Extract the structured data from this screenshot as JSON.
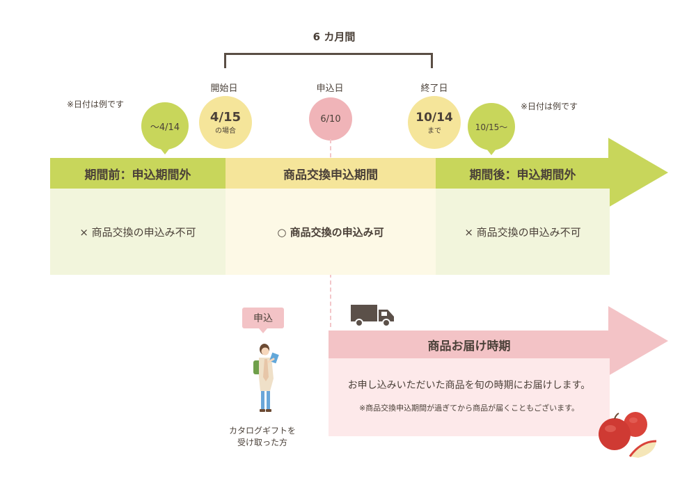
{
  "period": {
    "label": "6 カ月間"
  },
  "labels": {
    "start": "開始日",
    "apply": "申込日",
    "end": "終了日"
  },
  "notes": {
    "left": "※日付は例です",
    "right": "※日付は例です"
  },
  "bubbles": {
    "before": "〜4/14",
    "start_date": "4/15",
    "start_sub": "の場合",
    "apply_date": "6/10",
    "end_date": "10/14",
    "end_sub": "まで",
    "after": "10/15〜"
  },
  "bands": {
    "before": "期間前：申込期間外",
    "during": "商品交換申込期間",
    "after": "期間後：申込期間外"
  },
  "panels": {
    "before": "× 商品交換の申込み不可",
    "during": "○ 商品交換の申込み可",
    "after": "× 商品交換の申込み不可"
  },
  "apply_tag": "申込",
  "recipient": {
    "line1": "カタログギフトを",
    "line2": "受け取った方"
  },
  "delivery": {
    "title": "商品お届け時期",
    "text": "お申し込みいただいた商品を旬の時期にお届けします。",
    "note": "※商品交換申込期間が過ぎてから商品が届くこともございます。"
  },
  "colors": {
    "green_band": "#c8d65b",
    "green_panel": "#f2f5dc",
    "yellow_band": "#f5e59a",
    "yellow_panel": "#fdf9e6",
    "pink_band": "#f3c3c6",
    "pink_panel": "#fde9ea",
    "bracket": "#5a4e44"
  }
}
